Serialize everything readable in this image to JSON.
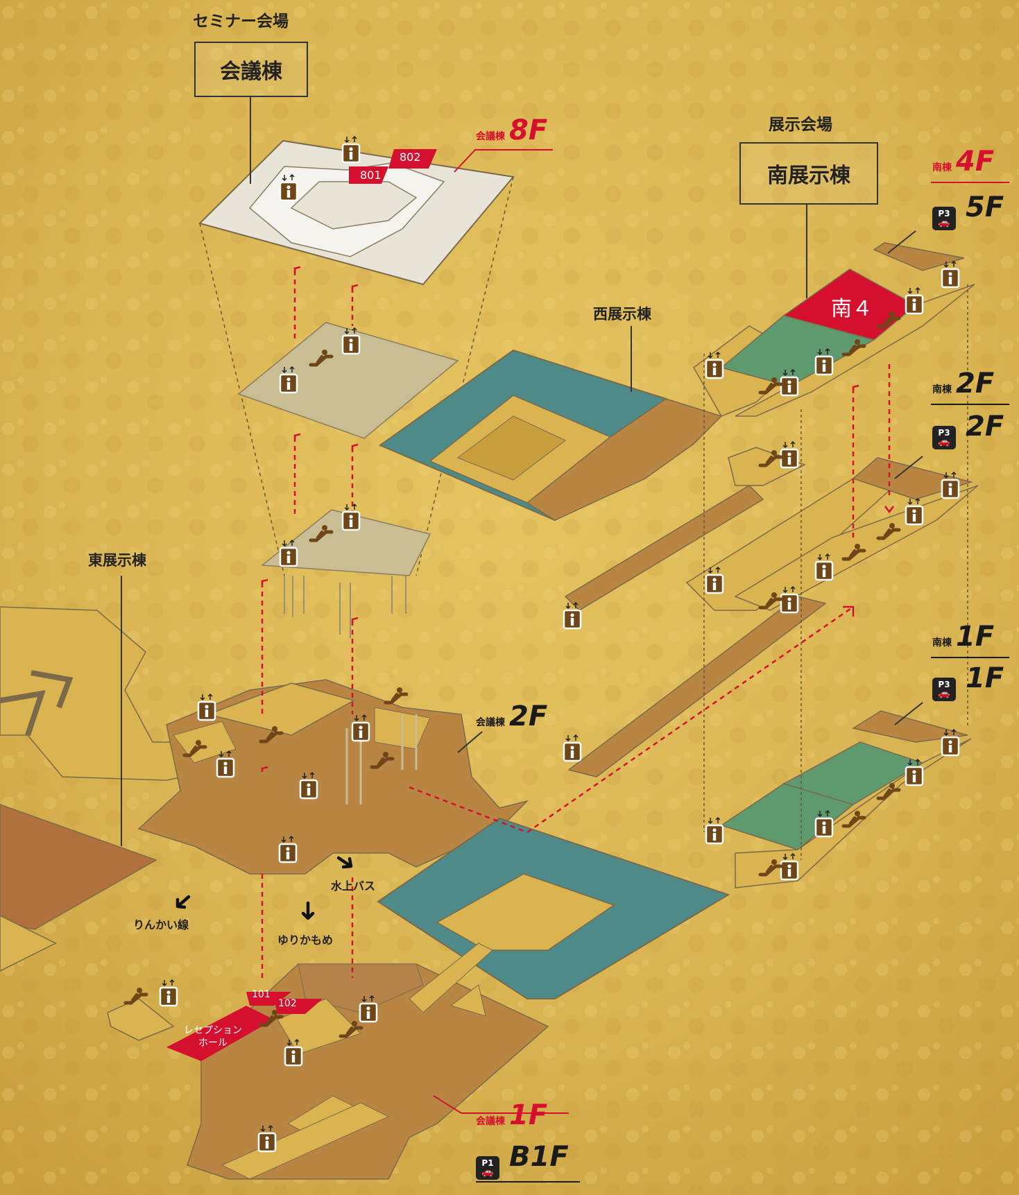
{
  "colors": {
    "gold_bg": "#d9b452",
    "floor_brown": "#b98543",
    "floor_gold": "#d9b451",
    "hall_teal": "#4e8a88",
    "hall_green": "#5f9a6e",
    "highlight_red": "#d4102e",
    "conference_floor": "#e8e4d8",
    "mid_floor": "#c9bd93",
    "icon_brown": "#6f4618"
  },
  "headers": {
    "seminar_caption": "セミナー会場",
    "conference_building": "会議棟",
    "exhibition_caption": "展示会場",
    "south_hall": "南展示棟",
    "west_hall": "西展示棟",
    "east_hall": "東展示棟"
  },
  "floor_labels": {
    "conf_8f": {
      "building": "会議棟",
      "floor": "8F"
    },
    "conf_2f": {
      "building": "会議棟",
      "floor": "2F"
    },
    "conf_1f": {
      "building": "会議棟",
      "floor": "1F"
    },
    "south_4f": {
      "building": "南棟",
      "floor": "4F"
    },
    "south_2f": {
      "building": "南棟",
      "floor": "2F"
    },
    "south_1f": {
      "building": "南棟",
      "floor": "1F"
    },
    "parking_5f": {
      "parking": "P3",
      "floor": "5F"
    },
    "parking_2f": {
      "parking": "P3",
      "floor": "2F"
    },
    "parking_1f": {
      "parking": "P3",
      "floor": "1F"
    },
    "parking_b1f": {
      "parking": "P1",
      "floor": "B1F"
    }
  },
  "rooms": {
    "r801": "801",
    "r802": "802",
    "r101": "101",
    "r102": "102",
    "reception_line1": "レセプション",
    "reception_line2": "ホール",
    "south4": "南４"
  },
  "directions": {
    "waterbus": "水上バス",
    "rinkai": "りんかい線",
    "yurikamome": "ゆりかもめ"
  },
  "icons": {
    "info": "info-icon",
    "escalator": "escalator-icon",
    "elevator": "elevator-icon",
    "parking": "parking-car-icon",
    "arrow": "direction-arrow-icon"
  }
}
